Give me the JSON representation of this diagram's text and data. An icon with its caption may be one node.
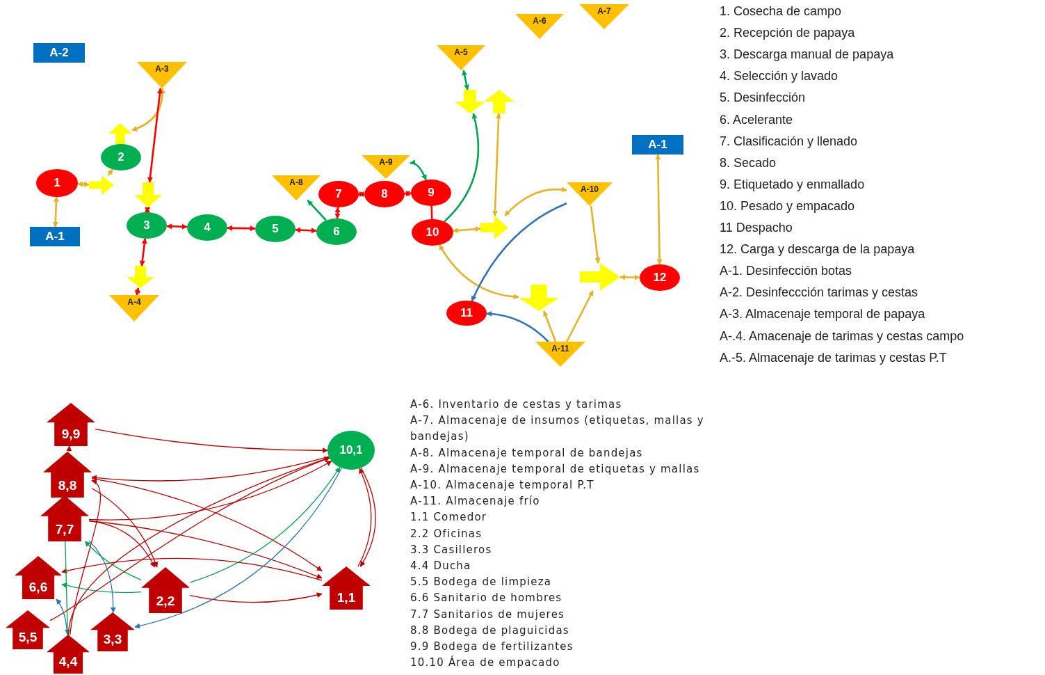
{
  "diagram": {
    "nodes": [
      {
        "text": [
          "1"
        ]
      },
      {
        "text": [
          "2"
        ]
      },
      {
        "text": [
          "3"
        ]
      },
      {
        "text": [
          "4"
        ]
      },
      {
        "text": [
          "5"
        ]
      },
      {
        "text": [
          "6"
        ]
      },
      {
        "text": [
          "7"
        ]
      },
      {
        "text": [
          "8"
        ]
      },
      {
        "text": [
          "9"
        ]
      },
      {
        "text": [
          "10"
        ]
      },
      {
        "text": [
          "11"
        ]
      },
      {
        "text": [
          "12"
        ]
      },
      {
        "text": [
          "A-1"
        ]
      },
      {
        "text": [
          "A-2"
        ]
      },
      {
        "text": [
          "A-3"
        ]
      },
      {
        "text": [
          "A-4"
        ]
      },
      {
        "text": [
          "A-5"
        ]
      },
      {
        "text": [
          "A-6"
        ]
      },
      {
        "text": [
          "A-7"
        ]
      },
      {
        "text": [
          "A-8"
        ]
      },
      {
        "text": [
          "A-9"
        ]
      },
      {
        "text": [
          "A-10"
        ]
      },
      {
        "text": [
          "A-11"
        ]
      },
      {
        "text": [
          "A-1"
        ]
      },
      {
        "text": [],
        "shape": "arrow"
      },
      {
        "text": [],
        "shape": "arrow"
      },
      {
        "text": [],
        "shape": "arrow"
      },
      {
        "text": [],
        "shape": "arrow"
      },
      {
        "text": [],
        "shape": "arrow"
      },
      {
        "text": [],
        "shape": "arrow"
      },
      {
        "text": [],
        "shape": "arrow"
      },
      {
        "text": [],
        "shape": "arrow"
      },
      {
        "text": [],
        "shape": "arrow"
      },
      {
        "text": [
          "9,9"
        ]
      },
      {
        "text": [
          "8,8"
        ]
      },
      {
        "text": [
          "7,7"
        ]
      },
      {
        "text": [
          "6,6"
        ]
      },
      {
        "text": [
          "2,2"
        ]
      },
      {
        "text": [
          "1,1"
        ]
      },
      {
        "text": [
          "5,5"
        ]
      },
      {
        "text": [
          "4,4"
        ]
      },
      {
        "text": [
          "3,3"
        ]
      },
      {
        "text": [
          "10,1"
        ]
      }
    ],
    "edges": [
      {
        "from": 12,
        "to": 0,
        "arrow": "both",
        "color": "#e6b422"
      },
      {
        "from": 0,
        "to": 24,
        "arrow": "both",
        "color": "#e6b422"
      },
      {
        "from": 24,
        "to": 1,
        "arrow": "to",
        "color": "#e6b422"
      },
      {
        "from": 1,
        "to": 25,
        "arrow": "to",
        "color": "#e6b422"
      },
      {
        "from": 14,
        "to": 25,
        "arrow": "both",
        "color": "#e6b422"
      },
      {
        "from": 14,
        "to": 26,
        "arrow": "both",
        "color": "#ff0000"
      },
      {
        "from": 26,
        "to": 2,
        "arrow": "both",
        "color": "#ff0000"
      },
      {
        "from": 2,
        "to": 3,
        "arrow": "both",
        "color": "#ff0000"
      },
      {
        "from": 3,
        "to": 4,
        "arrow": "both",
        "color": "#ff0000"
      },
      {
        "from": 4,
        "to": 5,
        "arrow": "both",
        "color": "#ff0000"
      },
      {
        "from": 5,
        "to": 6,
        "arrow": "both",
        "color": "#ff0000"
      },
      {
        "from": 5,
        "to": 19,
        "arrow": "to",
        "color": "#00a651"
      },
      {
        "from": 2,
        "to": 27,
        "arrow": "both",
        "color": "#ff0000"
      },
      {
        "from": 27,
        "to": 15,
        "arrow": "both",
        "color": "#ff0000"
      },
      {
        "from": 6,
        "to": 7,
        "arrow": "both",
        "color": "#ff0000"
      },
      {
        "from": 7,
        "to": 8,
        "arrow": "both",
        "color": "#ff0000"
      },
      {
        "from": 20,
        "to": 8,
        "arrow": "both",
        "color": "#00a651"
      },
      {
        "from": 8,
        "to": 9,
        "arrow": "none",
        "color": "#ff0000"
      },
      {
        "from": 9,
        "to": 28,
        "arrow": "to",
        "color": "#00a651"
      },
      {
        "from": 16,
        "to": 28,
        "arrow": "both",
        "color": "#00a651"
      },
      {
        "from": 9,
        "to": 30,
        "arrow": "both",
        "color": "#e6b422"
      },
      {
        "from": 30,
        "to": 29,
        "arrow": "both",
        "color": "#e6b422"
      },
      {
        "from": 30,
        "to": 21,
        "arrow": "both",
        "color": "#e6b422"
      },
      {
        "from": 9,
        "to": 31,
        "arrow": "both",
        "color": "#e6b422"
      },
      {
        "from": 22,
        "to": 31,
        "arrow": "to",
        "color": "#e6b422"
      },
      {
        "from": 21,
        "to": 32,
        "arrow": "to",
        "color": "#e6b422"
      },
      {
        "from": 22,
        "to": 32,
        "arrow": "to",
        "color": "#e6b422"
      },
      {
        "from": 32,
        "to": 11,
        "arrow": "both",
        "color": "#e6b422"
      },
      {
        "from": 23,
        "to": 11,
        "arrow": "both",
        "color": "#e6b422"
      },
      {
        "from": 21,
        "to": 10,
        "arrow": "to",
        "color": "#2e75b6"
      },
      {
        "from": 22,
        "to": 10,
        "arrow": "to",
        "color": "#2e75b6"
      },
      {
        "from": 34,
        "to": 33,
        "arrow": "to",
        "color": "#c00000"
      },
      {
        "from": 33,
        "to": 42,
        "arrow": "to",
        "color": "#c00000"
      },
      {
        "from": 35,
        "to": 42,
        "arrow": "to",
        "color": "#c00000"
      },
      {
        "from": 42,
        "to": 34,
        "arrow": "to",
        "color": "#c00000"
      },
      {
        "from": 34,
        "to": 38,
        "arrow": "to",
        "color": "#c00000"
      },
      {
        "from": 34,
        "to": 37,
        "arrow": "to",
        "color": "#c00000"
      },
      {
        "from": 35,
        "to": 37,
        "arrow": "to",
        "color": "#c00000"
      },
      {
        "from": 35,
        "to": 38,
        "arrow": "to",
        "color": "#c00000"
      },
      {
        "from": 38,
        "to": 36,
        "arrow": "to",
        "color": "#c00000"
      },
      {
        "from": 37,
        "to": 38,
        "arrow": "to",
        "color": "#c00000"
      },
      {
        "from": 38,
        "to": 42,
        "arrow": "to",
        "color": "#c00000"
      },
      {
        "from": 37,
        "to": 42,
        "arrow": "to",
        "color": "#00a651"
      },
      {
        "from": 37,
        "to": 35,
        "arrow": "to",
        "color": "#00a651"
      },
      {
        "from": 37,
        "to": 36,
        "arrow": "to",
        "color": "#00a651"
      },
      {
        "from": 35,
        "to": 40,
        "arrow": "to",
        "color": "#00a651"
      },
      {
        "from": 40,
        "to": 34,
        "arrow": "to",
        "color": "#c00000"
      },
      {
        "from": 40,
        "to": 42,
        "arrow": "to",
        "color": "#c00000"
      },
      {
        "from": 39,
        "to": 42,
        "arrow": "to",
        "color": "#c00000"
      },
      {
        "from": 40,
        "to": 36,
        "arrow": "to",
        "color": "#2e75b6"
      },
      {
        "from": 35,
        "to": 41,
        "arrow": "to",
        "color": "#2e75b6"
      },
      {
        "from": 42,
        "to": 41,
        "arrow": "to",
        "color": "#2e75b6"
      },
      {
        "from": 42,
        "to": 38,
        "arrow": "to",
        "color": "#c00000"
      }
    ],
    "labels": [
      "1. Cosecha de campo",
      "2. Recepción de papaya",
      "3. Descarga manual de papaya",
      "4. Selección y lavado",
      "5. Desinfección",
      "6. Acelerante",
      "7. Clasificación y llenado",
      "8. Secado",
      "9. Etiquetado y enmallado",
      "10. Pesado y empacado",
      "11 Despacho",
      "12. Carga y descarga de la papaya",
      "A-1. Desinfección botas",
      "A-2. Desinfeccción tarimas y cestas",
      "A-3. Almacenaje temporal de papaya",
      "A-.4. Amacenaje de tarimas y cestas campo",
      "A.-5. Almacenaje de tarimas y cestas P.T",
      "A-6. Inventario de cestas y tarimas",
      "A-7. Almacenaje de insumos (etiquetas, mallas y bandejas)",
      "A-8. Almacenaje temporal de bandejas",
      "A-9. Almacenaje temporal de etiquetas y mallas",
      "A-10. Almacenaje temporal P.T",
      "A-11. Almacenaje frío",
      "1.1 Comedor",
      "2.2 Oficinas",
      "3.3 Casilleros",
      "4.4 Ducha",
      "5.5 Bodega de limpieza",
      "6.6 Sanitario de hombres",
      "7.7 Sanitarios de mujeres",
      "8.8 Bodega de plaguicidas",
      "9.9 Bodega de fertilizantes",
      "10.10 Área de empacado"
    ]
  }
}
